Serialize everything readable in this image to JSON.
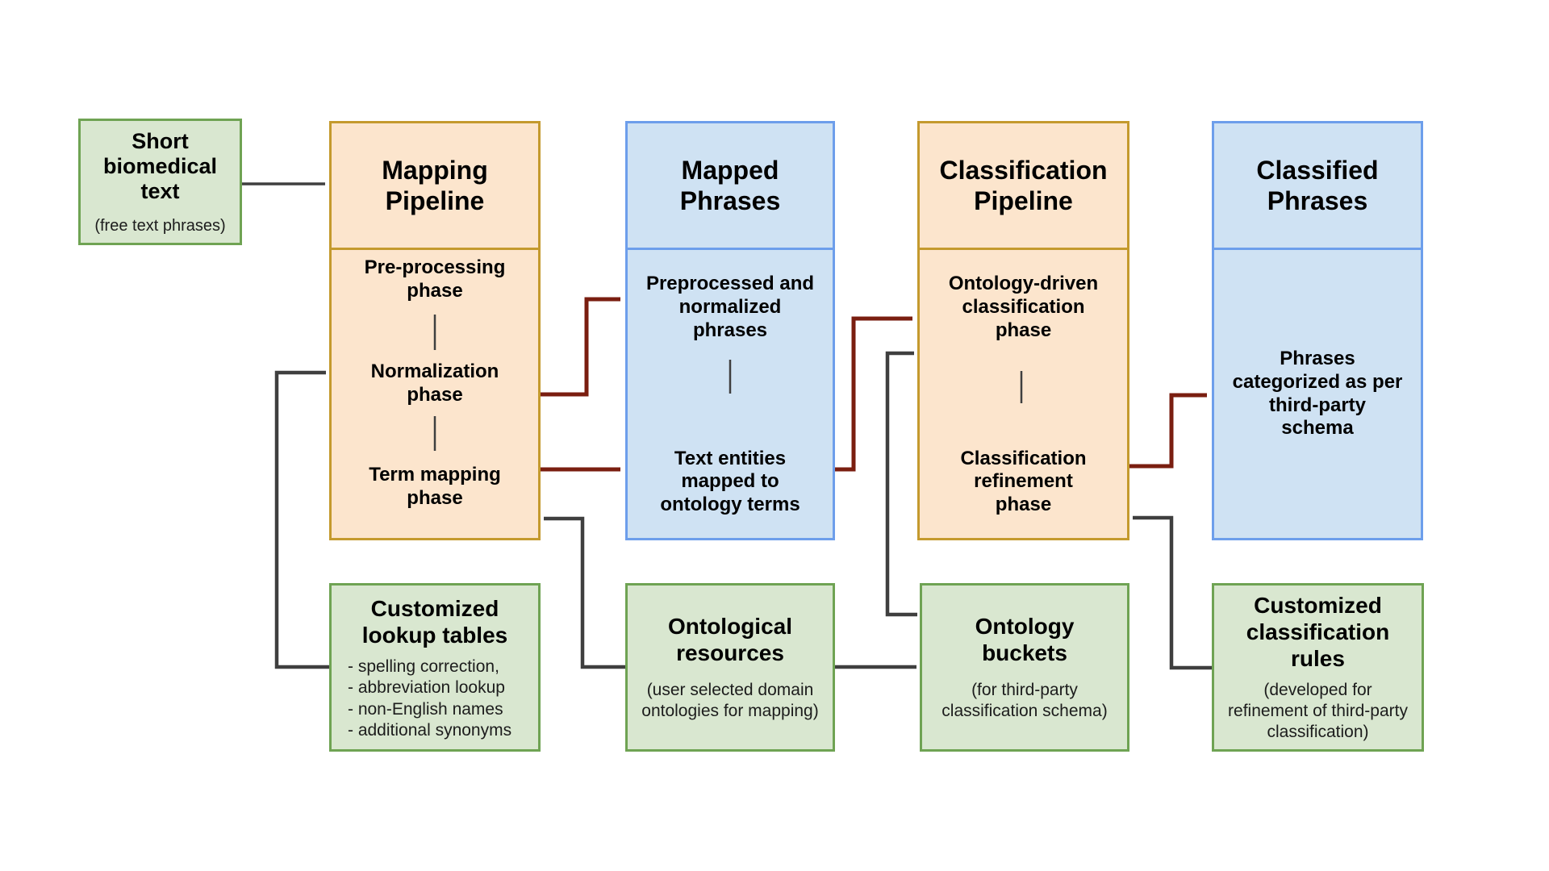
{
  "colors": {
    "green_fill": "#d9e7d0",
    "green_border": "#6fa353",
    "orange_fill": "#fce5cd",
    "orange_border": "#c49a2e",
    "blue_fill": "#cfe2f3",
    "blue_border": "#6d9eeb",
    "arrow_gray": "#3f3f3f",
    "arrow_red": "#7a1e10",
    "text": "#000000"
  },
  "source_box": {
    "title": "Short\nbiomedical\ntext",
    "note": "(free text phrases)"
  },
  "pipelines": [
    {
      "title": "Mapping\nPipeline",
      "phases": [
        "Pre-processing\nphase",
        "Normalization\nphase",
        "Term mapping\nphase"
      ]
    },
    {
      "title": "Mapped\nPhrases",
      "phases": [
        "Preprocessed and\nnormalized\nphrases",
        "Text entities\nmapped to\nontology terms"
      ]
    },
    {
      "title": "Classification\nPipeline",
      "phases": [
        "Ontology-driven\nclassification\nphase",
        "Classification\nrefinement\nphase"
      ]
    },
    {
      "title": "Classified\nPhrases",
      "phases": [
        "Phrases\ncategorized as per\nthird-party\nschema"
      ]
    }
  ],
  "resources": [
    {
      "title": "Customized\nlookup tables",
      "items": [
        "- spelling correction,",
        "- abbreviation lookup",
        "- non-English names",
        "- additional synonyms"
      ]
    },
    {
      "title": "Ontological\nresources",
      "note": "(user selected domain\nontologies for mapping)"
    },
    {
      "title": "Ontology\nbuckets",
      "note": "(for third-party\nclassification schema)"
    },
    {
      "title": "Customized\nclassification\nrules",
      "note": "(developed for\nrefinement of third-party\nclassification)"
    }
  ]
}
